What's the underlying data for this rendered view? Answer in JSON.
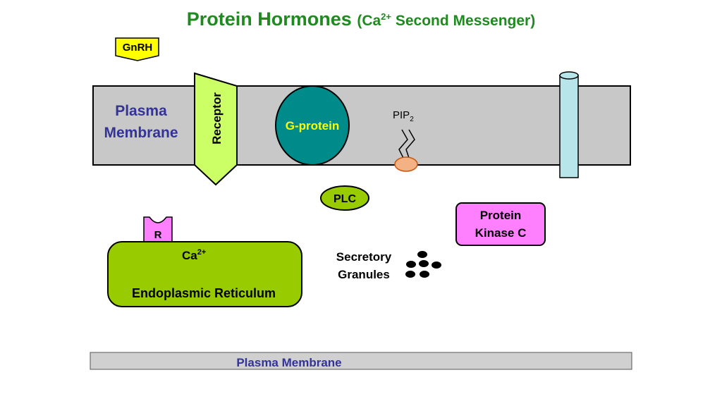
{
  "title": {
    "main": "Protein Hormones",
    "sub_prefix": "(Ca",
    "sub_sup": "2+",
    "sub_suffix": " Second Messenger)"
  },
  "hormone_label": "GnRH",
  "plasma_membrane_top": {
    "label_line1": "Plasma",
    "label_line2": "Membrane"
  },
  "receptor_label": "Receptor",
  "g_protein_label": "G-protein",
  "pip2": {
    "base": "PIP",
    "subscript": "2"
  },
  "plc_label": "PLC",
  "protein_kinase_c": {
    "line1": "Protein",
    "line2": "Kinase C"
  },
  "er_receptor_label": "R",
  "er": {
    "ca_base": "Ca",
    "ca_sup": "2+",
    "label": "Endoplasmic Reticulum"
  },
  "secretory_granules": {
    "line1": "Secretory",
    "line2": "Granules"
  },
  "plasma_membrane_bottom": "Plasma Membrane",
  "colors": {
    "title_green": "#1f8a1f",
    "membrane_gray": "#c8c8c8",
    "receptor_green": "#ccff66",
    "g_protein_teal": "#008b8b",
    "plc_green": "#99cc00",
    "pkc_pink": "#ff80ff",
    "er_green": "#99cc00",
    "hormone_yellow": "#ffff00",
    "pip_orange": "#f4b183",
    "channel_cyan": "#b7e5ea",
    "label_blue": "#333399"
  }
}
